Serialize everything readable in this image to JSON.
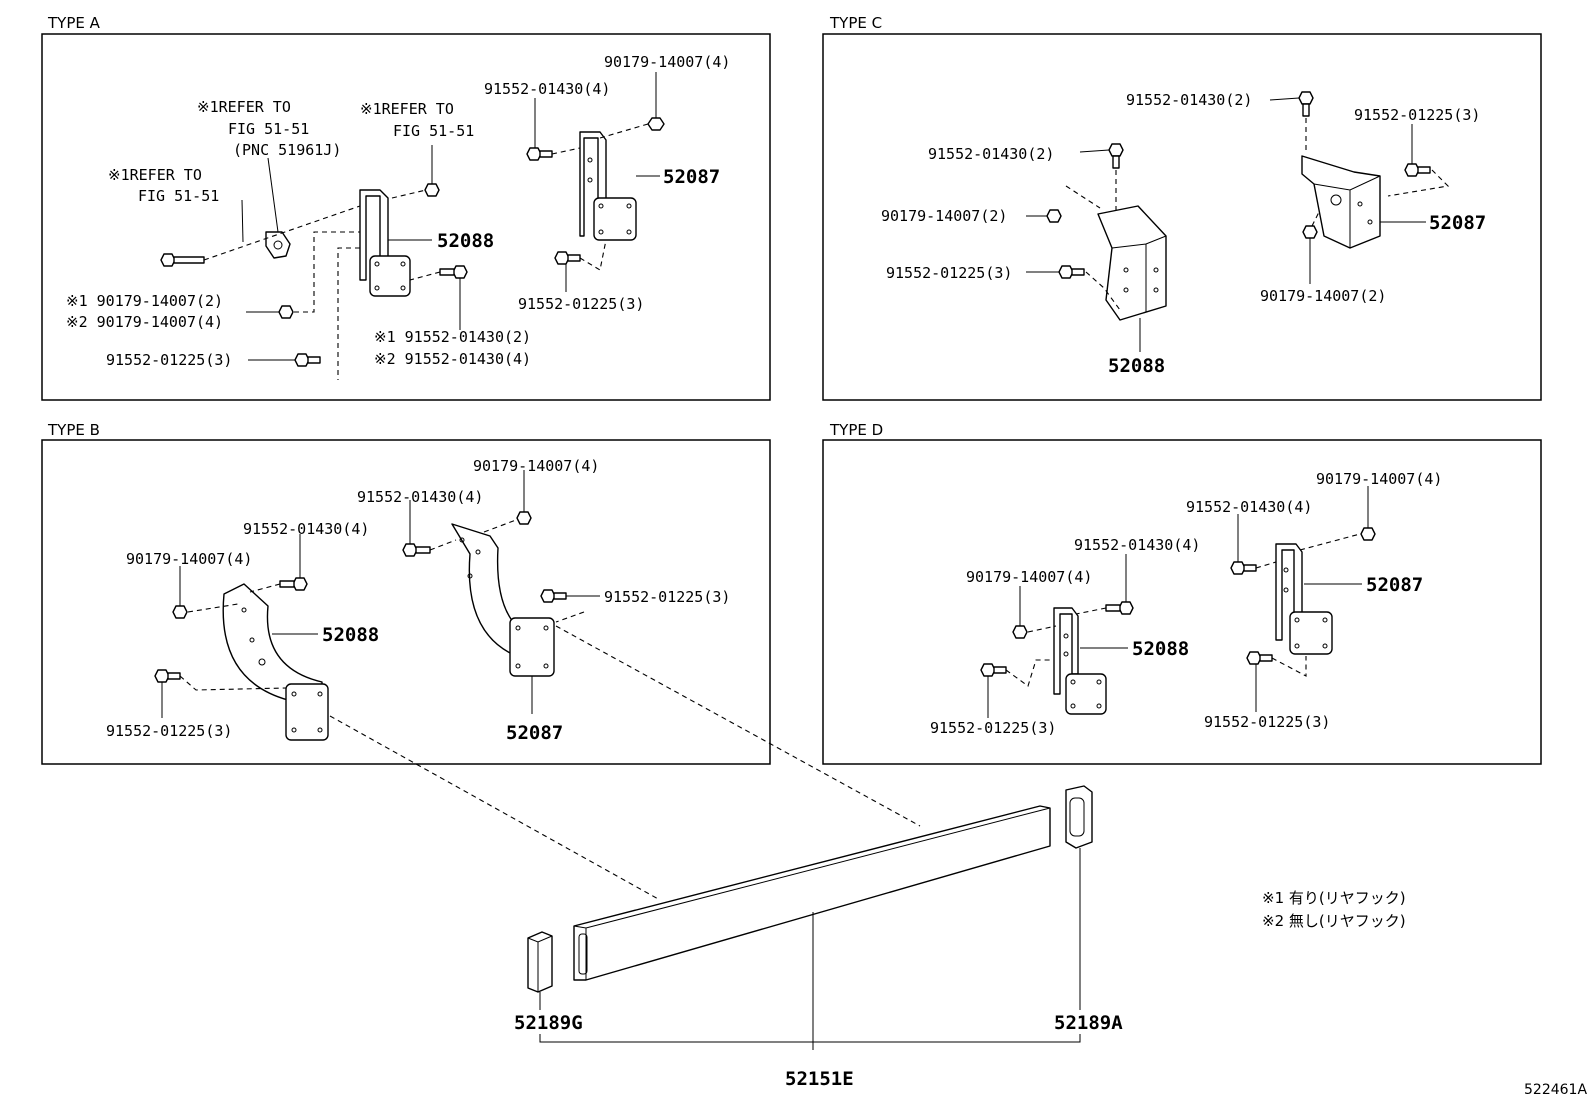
{
  "diagram_id": "522461A",
  "panels": {
    "type_a": {
      "title": "TYPE A",
      "refer_1": [
        "※1REFER TO",
        "FIG 51-51",
        "(PNC 51961J)"
      ],
      "refer_2": [
        "※1REFER TO",
        "FIG 51-51"
      ],
      "refer_3": [
        "※1REFER TO",
        "FIG 51-51"
      ],
      "nut_top": "90179-14007(4)",
      "bolt_top": "91552-01430(4)",
      "bracket_right": "52087",
      "bracket_left": "52088",
      "nut_left_1": "※1 90179-14007(2)",
      "nut_left_2": "※2 90179-14007(4)",
      "bolt_bottom_left": "91552-01225(3)",
      "bolt_mid_1": "※1 91552-01430(2)",
      "bolt_mid_2": "※2 91552-01430(4)",
      "bolt_bottom_right": "91552-01225(3)"
    },
    "type_b": {
      "title": "TYPE  B",
      "nut_top": "90179-14007(4)",
      "bolt_top": "91552-01430(4)",
      "bolt_mid": "91552-01430(4)",
      "nut_left": "90179-14007(4)",
      "bolt_right": "91552-01225(3)",
      "bracket_left": "52088",
      "bracket_right": "52087",
      "bolt_bottom": "91552-01225(3)"
    },
    "type_c": {
      "title": "TYPE C",
      "bolt_top": "91552-01430(2)",
      "bolt_right_top": "91552-01225(3)",
      "bolt_left": "91552-01430(2)",
      "nut_left": "90179-14007(2)",
      "bolt_left_bottom": "91552-01225(3)",
      "bracket_right": "52087",
      "nut_bottom": "90179-14007(2)",
      "bracket_left": "52088"
    },
    "type_d": {
      "title": "TYPE D",
      "nut_top": "90179-14007(4)",
      "bolt_top": "91552-01430(4)",
      "bolt_mid": "91552-01430(4)",
      "nut_left": "90179-14007(4)",
      "bracket_right": "52087",
      "bracket_left": "52088",
      "bolt_bottom_left": "91552-01225(3)",
      "bolt_bottom_right": "91552-01225(3)"
    }
  },
  "lower": {
    "end_cap_left": "52189G",
    "end_cap_right": "52189A",
    "beam": "52151E"
  },
  "notes": {
    "note_1": "※1 有り(リヤフック)",
    "note_2": "※2 無し(リヤフック)"
  }
}
